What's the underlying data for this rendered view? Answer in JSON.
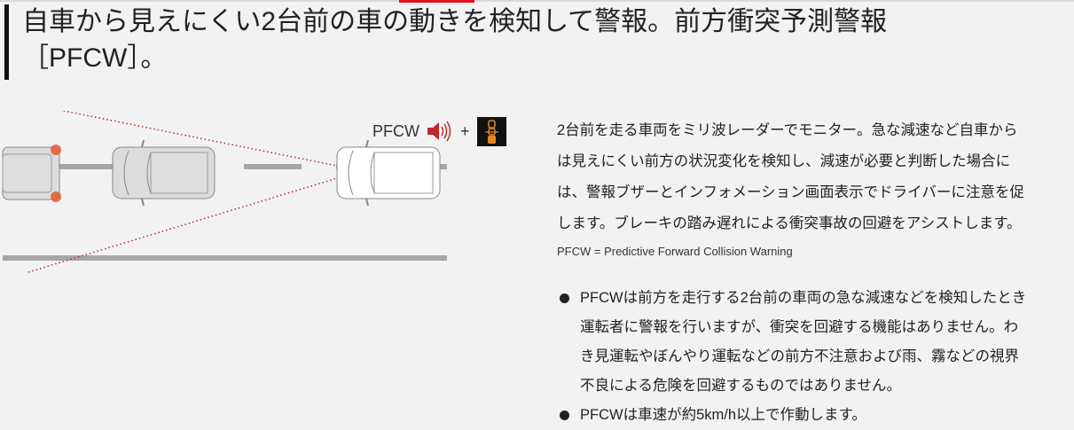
{
  "title": {
    "lines": [
      "自車から見えにくい2台前の車の動きを検知して警報。前方衝突予測警報",
      "［PFCW］。"
    ]
  },
  "illustration": {
    "legend_label": "PFCW",
    "legend_plus": "+",
    "icons": [
      "speaker-icon",
      "front-car-indicator-icon"
    ],
    "colors": {
      "road_line": "#a6a6a6",
      "radar": "#c0272d",
      "brake_light": "#e8502a"
    }
  },
  "description": {
    "lines": [
      "2台前を走る車両をミリ波レーダーでモニター。急な減速など自車から",
      "は見えにくい前方の状況変化を検知し、減速が必要と判断した場合に",
      "は、警報ブザーとインフォメーション画面表示でドライバーに注意を促",
      "します。ブレーキの踏み遅れによる衝突事故の回避をアシストします。"
    ],
    "abbreviation": "PFCW = Predictive Forward Collision Warning"
  },
  "notes": [
    {
      "lines": [
        "PFCWは前方を走行する2台前の車両の急な減速などを検知したとき",
        "運転者に警報を行いますが、衝突を回避する機能はありません。わ",
        "き見運転やぼんやり運転などの前方不注意および雨、霧などの視界",
        "不良による危険を回避するものではありません。"
      ]
    },
    {
      "lines": [
        "PFCWは車速が約5km/h以上で作動します。"
      ]
    }
  ]
}
